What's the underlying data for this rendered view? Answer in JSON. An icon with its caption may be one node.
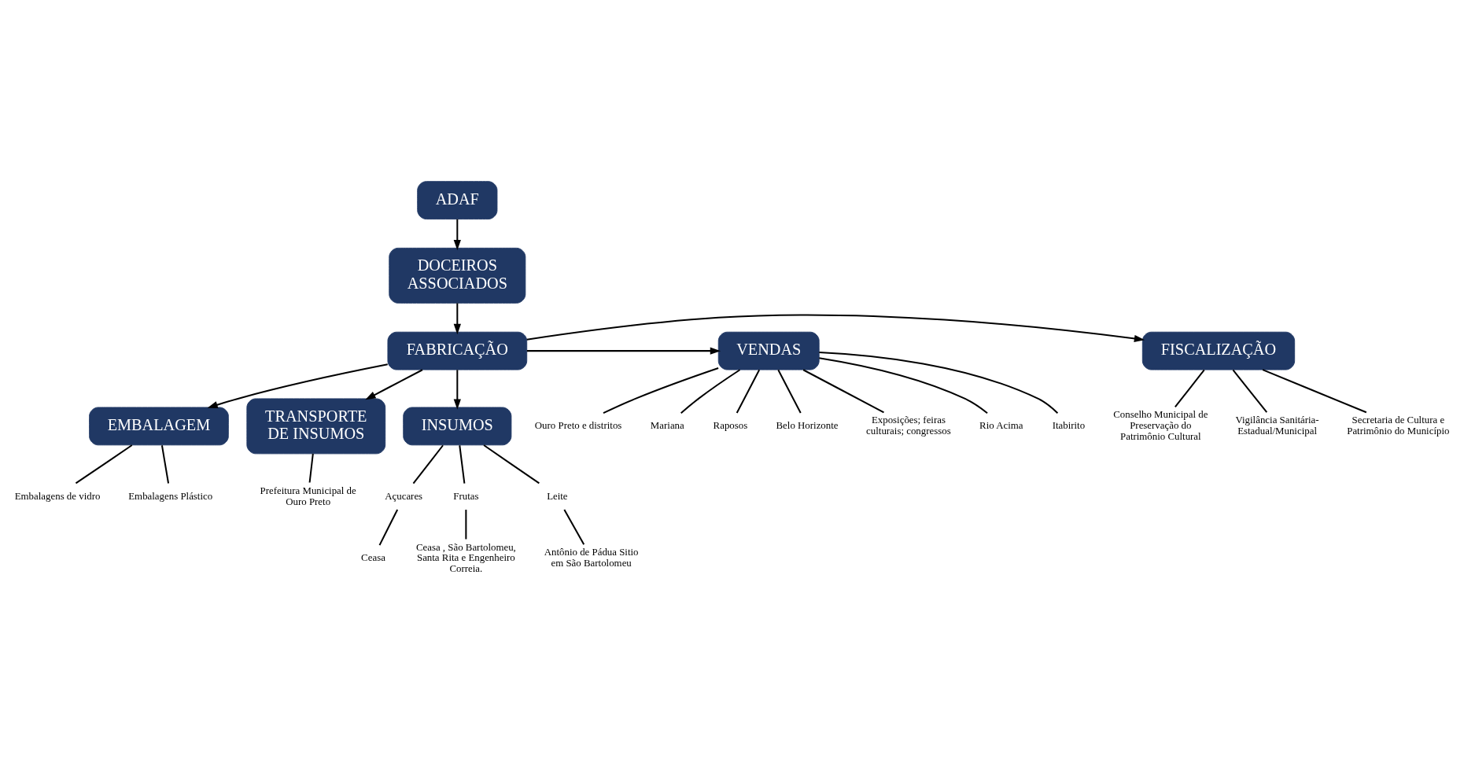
{
  "diagram": {
    "nodes": [
      {
        "text": [
          "ADAF"
        ]
      },
      {
        "text": [
          "DOCEIROS ASSOCIADOS"
        ]
      },
      {
        "text": [
          "FABRICAÇÃO"
        ]
      },
      {
        "text": [
          "FISCALIZAÇÃO"
        ]
      },
      {
        "text": [
          "VENDAS"
        ]
      },
      {
        "text": [
          "INSUMOS"
        ]
      },
      {
        "text": [
          "EMBALAGEM"
        ]
      },
      {
        "text": [
          "TRANSPORTE DE INSUMOS"
        ]
      },
      {
        "text": [
          "Secretaria de Cultura e Patrimônio do Município"
        ]
      },
      {
        "text": [
          "Conselho Municipal de Preservação do Patrimônio Cultural"
        ]
      },
      {
        "text": [
          "Vigilância Sanitária- Estadual/Municipal"
        ]
      },
      {
        "text": [
          "Exposições; feiras culturais; congressos"
        ]
      },
      {
        "text": [
          "Rio Acima"
        ]
      },
      {
        "text": [
          "Itabirito"
        ]
      },
      {
        "text": [
          "Ouro Preto e distritos"
        ]
      },
      {
        "text": [
          "Mariana"
        ]
      },
      {
        "text": [
          "Raposos"
        ]
      },
      {
        "text": [
          "Belo Horizonte"
        ]
      },
      {
        "text": [
          "Açucares"
        ]
      },
      {
        "text": [
          "Frutas"
        ]
      },
      {
        "text": [
          "Leite"
        ]
      },
      {
        "text": [
          "Ceasa"
        ]
      },
      {
        "text": [
          "Ceasa , São Bartolomeu, Santa Rita e Engenheiro Correia."
        ]
      },
      {
        "text": [
          "Antônio de Pádua Sitio em São Bartolomeu"
        ]
      },
      {
        "text": [
          "Embalagens Plástico"
        ]
      },
      {
        "text": [
          "Embalagens de vidro"
        ]
      },
      {
        "text": [
          "Prefeitura Municipal de Ouro Preto"
        ]
      }
    ],
    "edges": [
      {
        "from": 0,
        "to": 1,
        "arrow": "to"
      },
      {
        "from": 1,
        "to": 2,
        "arrow": "to"
      },
      {
        "from": 2,
        "to": 3,
        "arrow": "to"
      },
      {
        "from": 2,
        "to": 4,
        "arrow": "to"
      },
      {
        "from": 2,
        "to": 5,
        "arrow": "to"
      },
      {
        "from": 2,
        "to": 6,
        "arrow": "to"
      },
      {
        "from": 2,
        "to": 7,
        "arrow": "to"
      },
      {
        "from": 3,
        "to": 8,
        "arrow": "none"
      },
      {
        "from": 3,
        "to": 9,
        "arrow": "none"
      },
      {
        "from": 3,
        "to": 10,
        "arrow": "none"
      },
      {
        "from": 4,
        "to": 11,
        "arrow": "none"
      },
      {
        "from": 4,
        "to": 12,
        "arrow": "none"
      },
      {
        "from": 4,
        "to": 13,
        "arrow": "none"
      },
      {
        "from": 4,
        "to": 14,
        "arrow": "none"
      },
      {
        "from": 4,
        "to": 15,
        "arrow": "none"
      },
      {
        "from": 4,
        "to": 16,
        "arrow": "none"
      },
      {
        "from": 4,
        "to": 17,
        "arrow": "none"
      },
      {
        "from": 5,
        "to": 18,
        "arrow": "none"
      },
      {
        "from": 5,
        "to": 19,
        "arrow": "none"
      },
      {
        "from": 5,
        "to": 20,
        "arrow": "none"
      },
      {
        "from": 18,
        "to": 21,
        "arrow": "none"
      },
      {
        "from": 19,
        "to": 22,
        "arrow": "none"
      },
      {
        "from": 20,
        "to": 23,
        "arrow": "none"
      },
      {
        "from": 6,
        "to": 24,
        "arrow": "none"
      },
      {
        "from": 6,
        "to": 25,
        "arrow": "none"
      },
      {
        "from": 7,
        "to": 26,
        "arrow": "none"
      }
    ]
  }
}
